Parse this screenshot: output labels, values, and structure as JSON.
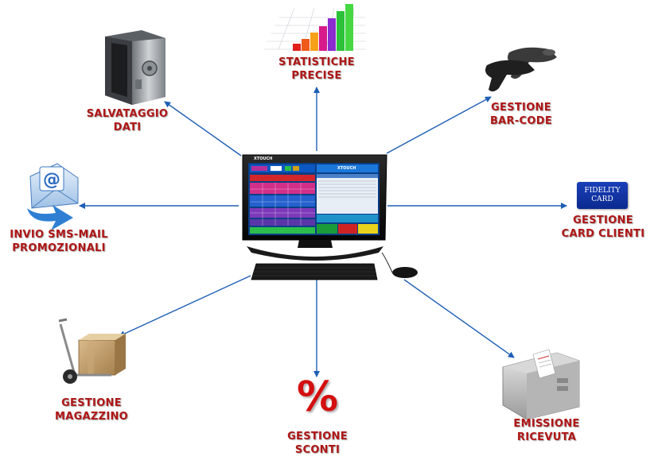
{
  "nodes": {
    "statistiche": {
      "line1": "STATISTICHE",
      "line2": "PRECISE"
    },
    "salvataggio": {
      "line1": "SALVATAGGIO",
      "line2": "DATI"
    },
    "barcode": {
      "line1": "GESTIONE",
      "line2": "BAR-CODE"
    },
    "invio": {
      "line1": "INVIO SMS-MAIL",
      "line2": "PROMOZIONALI"
    },
    "card": {
      "line1": "GESTIONE",
      "line2": "CARD CLIENTI"
    },
    "magazzino": {
      "line1": "GESTIONE",
      "line2": "MAGAZZINO"
    },
    "sconti": {
      "line1": "GESTIONE",
      "line2": "SCONTI"
    },
    "ricevuta": {
      "line1": "EMISSIONE",
      "line2": "RICEVUTA"
    }
  },
  "fidelity_card": {
    "line1": "FIDELITY",
    "line2": "CARD"
  },
  "percent_symbol": "%",
  "monitor": {
    "brand": "XTOUCH",
    "screen_brand": "XTOUCH"
  },
  "colors": {
    "label_red": "#b01616",
    "arrow_blue": "#1e5fb4",
    "card_blue": "#0b2a8f",
    "percent_red": "#d40f0f"
  }
}
